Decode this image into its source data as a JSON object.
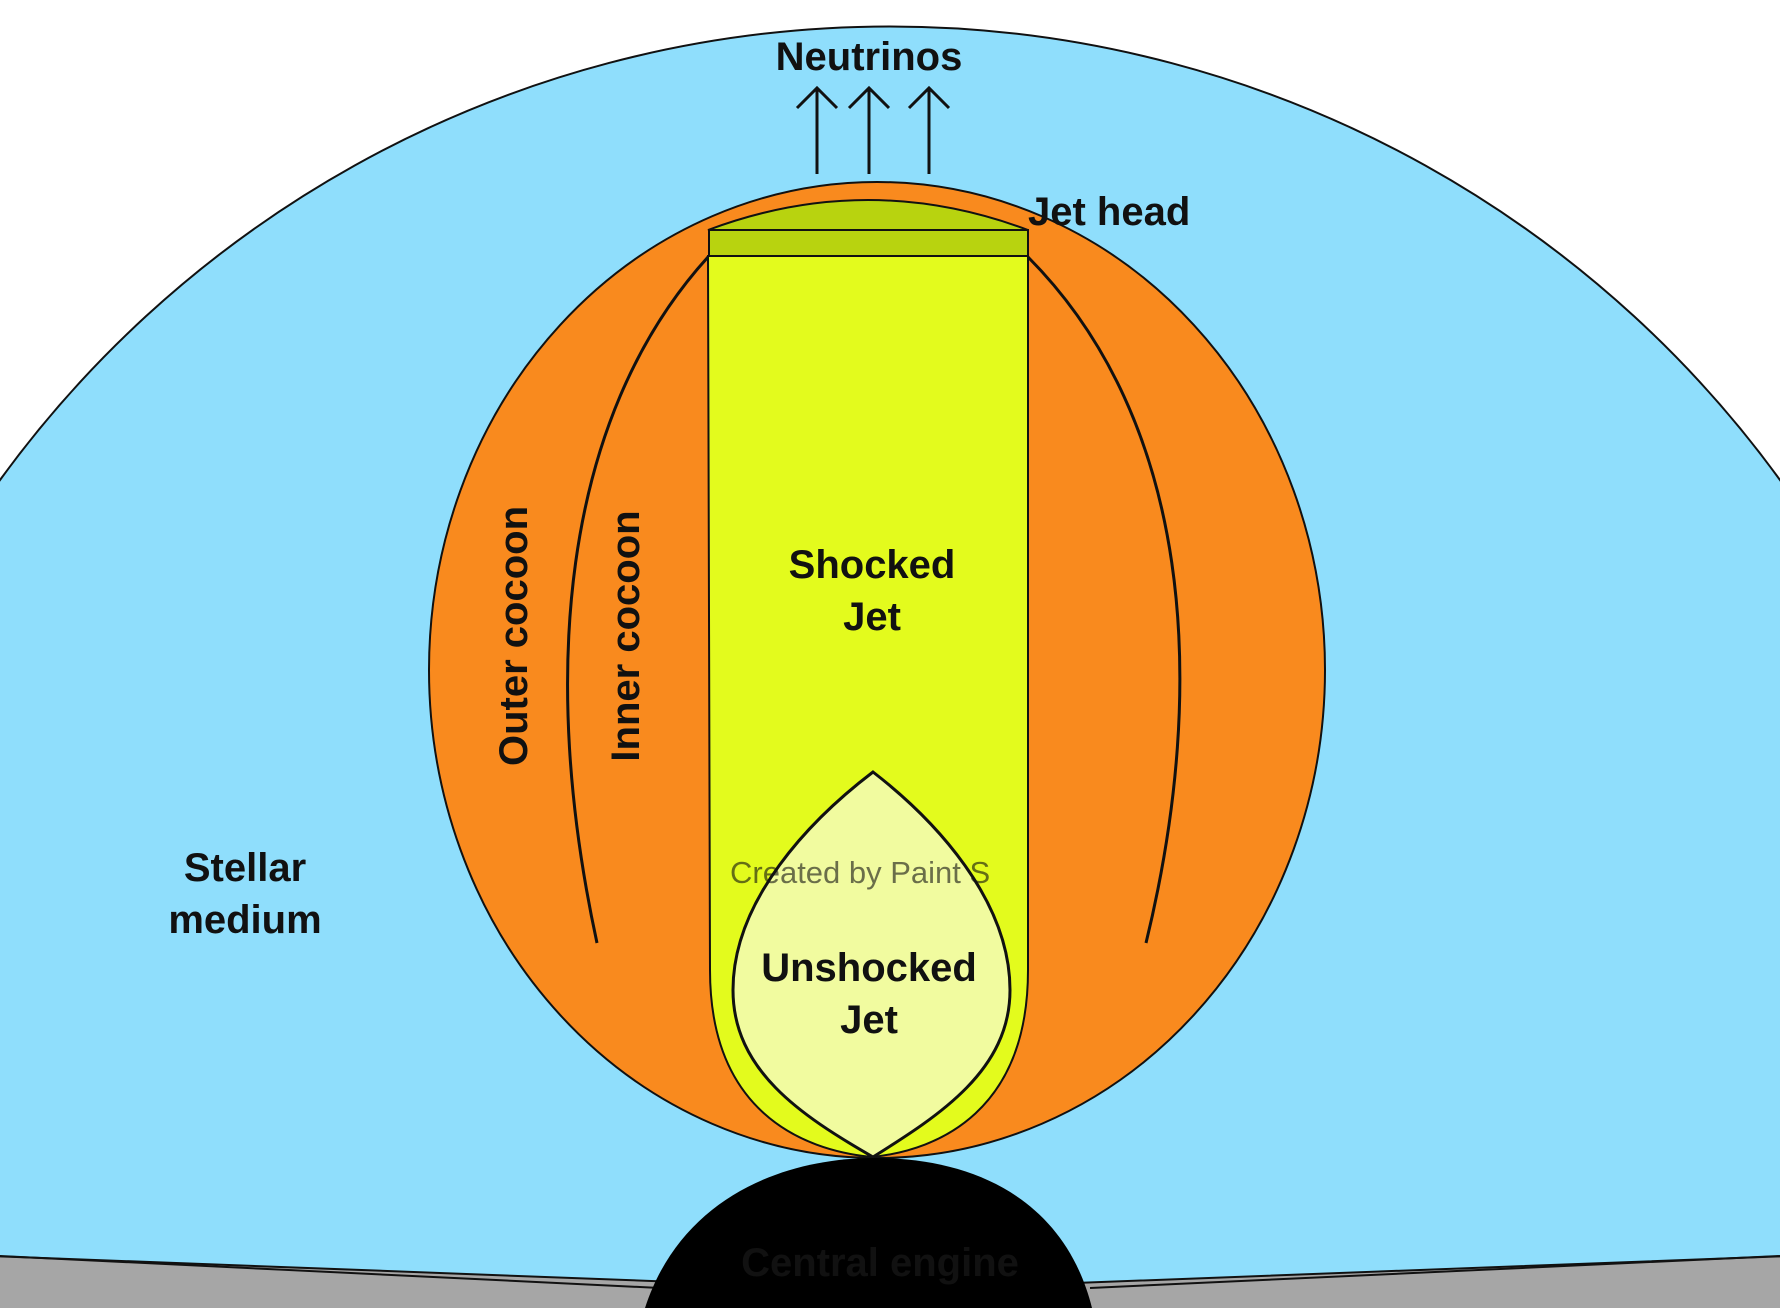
{
  "colors": {
    "background": "#ffffff",
    "ground": "#a6a6a6",
    "stellar_medium": "#8fdefc",
    "cocoon": "#f98a1e",
    "shocked_jet": "#e3fb1d",
    "jet_head": "#b8d30f",
    "unshocked_jet": "#f1fb9f",
    "central_engine": "#000000",
    "outline": "#111111",
    "label_dark": "#111111",
    "label_light": "#ffffff",
    "watermark": "#f1d9b0"
  },
  "labels": {
    "neutrinos": "Neutrinos",
    "jet_head": "Jet head",
    "outer_cocoon": "Outer cocoon",
    "inner_cocoon": "Inner cocoon",
    "shocked_jet_line1": "Shocked",
    "shocked_jet_line2": "Jet",
    "unshocked_jet_line1": "Unshocked",
    "unshocked_jet_line2": "Jet",
    "stellar_medium_line1": "Stellar",
    "stellar_medium_line2": "medium",
    "central_engine": "Central engine"
  },
  "watermark": {
    "text": "Created by Paint S"
  },
  "icons": {
    "neutrino_arrows": [
      "up-arrow-icon",
      "up-arrow-icon",
      "up-arrow-icon"
    ]
  }
}
